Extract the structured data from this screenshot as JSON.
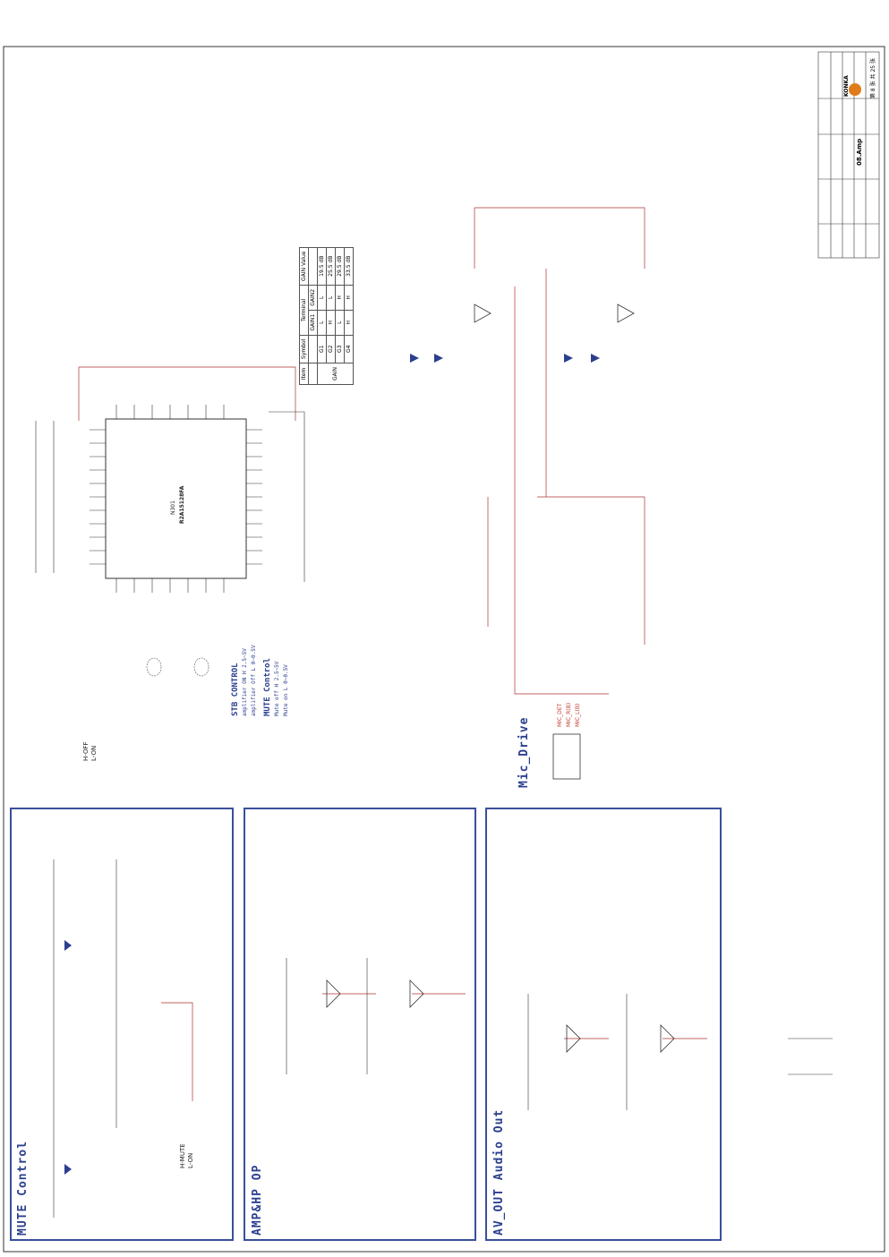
{
  "sections": {
    "mute_control": "MUTE Control",
    "amp_hp": "AMP&HP OP",
    "av_out": "AV_OUT Audio Out",
    "mic_drive": "Mic_Drive"
  },
  "stb_notes": {
    "title": "STB CONTROL",
    "line1": "amplifier ON H  2.5~5V",
    "line2": "amplifier Off L  0~0.5V",
    "mute_title": "MUTE Control",
    "mute1": "Mute off H  2.5~5V",
    "mute2": "Mute on L  0~0.5V"
  },
  "ic": {
    "ref": "N301",
    "part": "R2A15128FA"
  },
  "gain_table": {
    "headers": [
      "Item",
      "Symbol",
      "GAIN1",
      "GAIN2",
      "GAIN Value"
    ],
    "terminal": "Terminal",
    "item": "GAIN",
    "rows": [
      [
        "G1",
        "L",
        "L",
        "19.5 dB"
      ],
      [
        "G2",
        "H",
        "L",
        "25.5 dB"
      ],
      [
        "G3",
        "L",
        "H",
        "29.5 dB"
      ],
      [
        "G4",
        "H",
        "H",
        "33.5 dB"
      ]
    ]
  },
  "title_block": {
    "brand": "KONKA",
    "name": "08.Amp",
    "sheet": "第 8 张  共 25 张"
  },
  "mic_labels": {
    "mic_det": "MIC_DET",
    "mic_r": "MIC_R(B)",
    "mic_l": "MIC_L(B)"
  },
  "hp_labels": {
    "hoff": "H-OFF",
    "lon": "L-ON",
    "hmute": "H-MUTE",
    "lon2": "L-ON"
  }
}
